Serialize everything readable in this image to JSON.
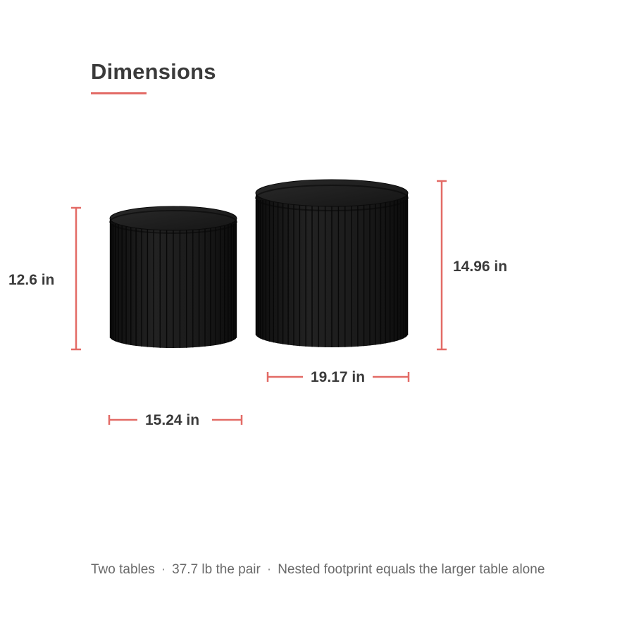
{
  "header": {
    "title": "Dimensions"
  },
  "dimensions": {
    "small_height": "12.6 in",
    "large_height": "14.96 in",
    "large_width": "19.17 in",
    "small_width": "15.24 in"
  },
  "footer": {
    "item_1": "Two tables",
    "item_2": "37.7 lb the pair",
    "item_3": "Nested footprint equals the larger table alone",
    "separator": "·"
  },
  "colors": {
    "accent": "#e36b66",
    "text": "#3a3a3a",
    "table": "#1c1c1c"
  }
}
